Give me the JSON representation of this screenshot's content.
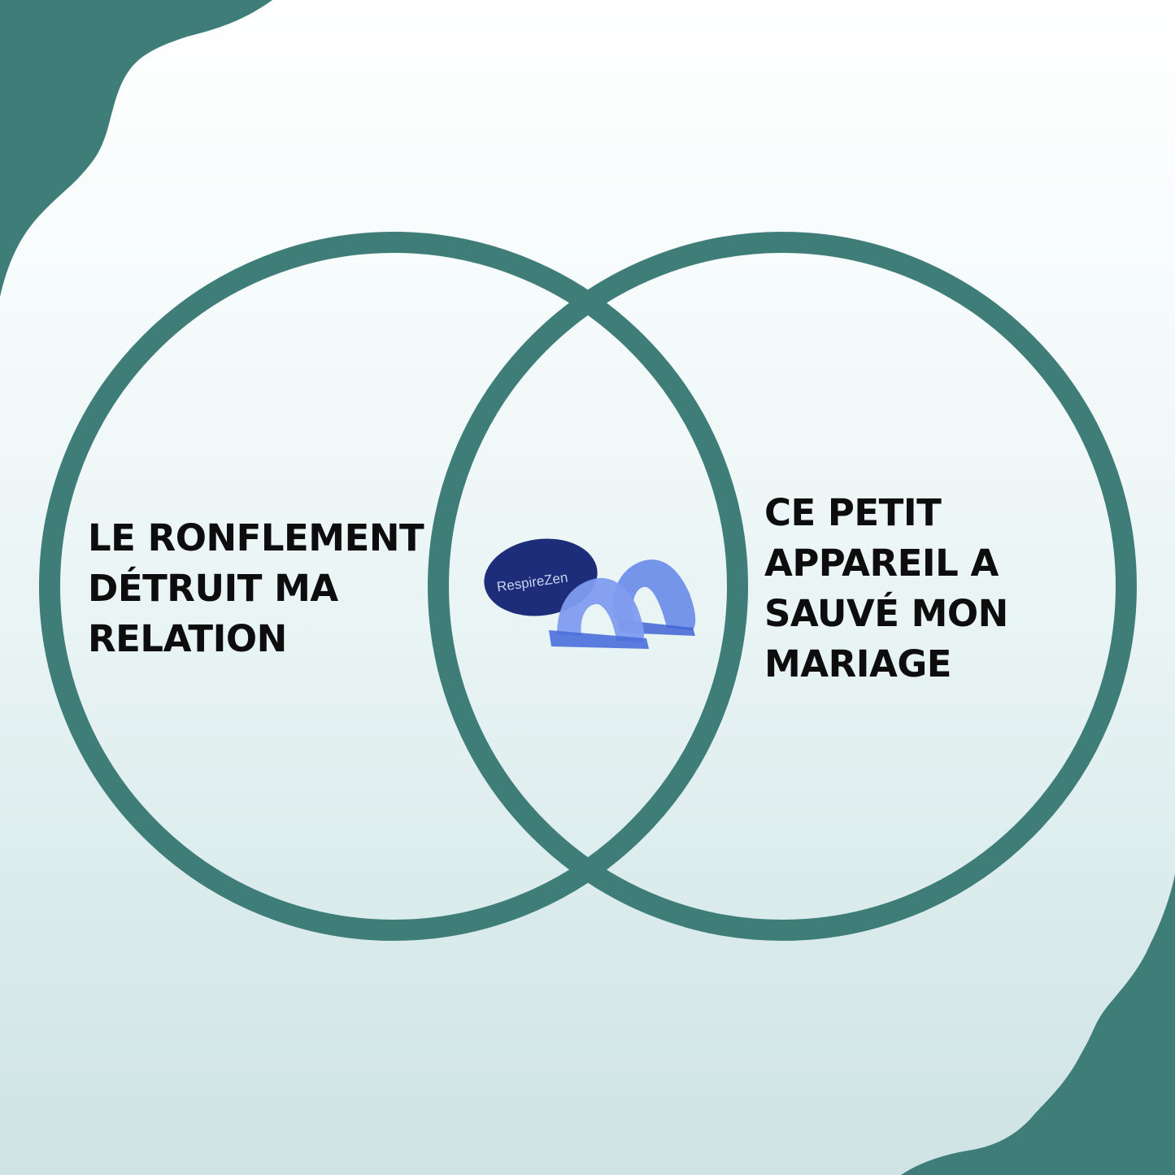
{
  "colors": {
    "teal": "#3f7d79",
    "background_top": "#ffffff",
    "background_bottom": "#cfe3e4",
    "text": "#0d0d0d",
    "product_case": "#1e2d7a",
    "product_device": "#5b7fe0"
  },
  "venn": {
    "left": {
      "lines": [
        "LE RONFLEMENT",
        "DÉTRUIT MA",
        "RELATION"
      ]
    },
    "right": {
      "lines": [
        "CE PETIT",
        "APPAREIL A",
        "SAUVÉ MON",
        "MARIAGE"
      ]
    },
    "intersection": {
      "product_name": "RespireZen",
      "icon": "mouthguard-product-image"
    }
  }
}
